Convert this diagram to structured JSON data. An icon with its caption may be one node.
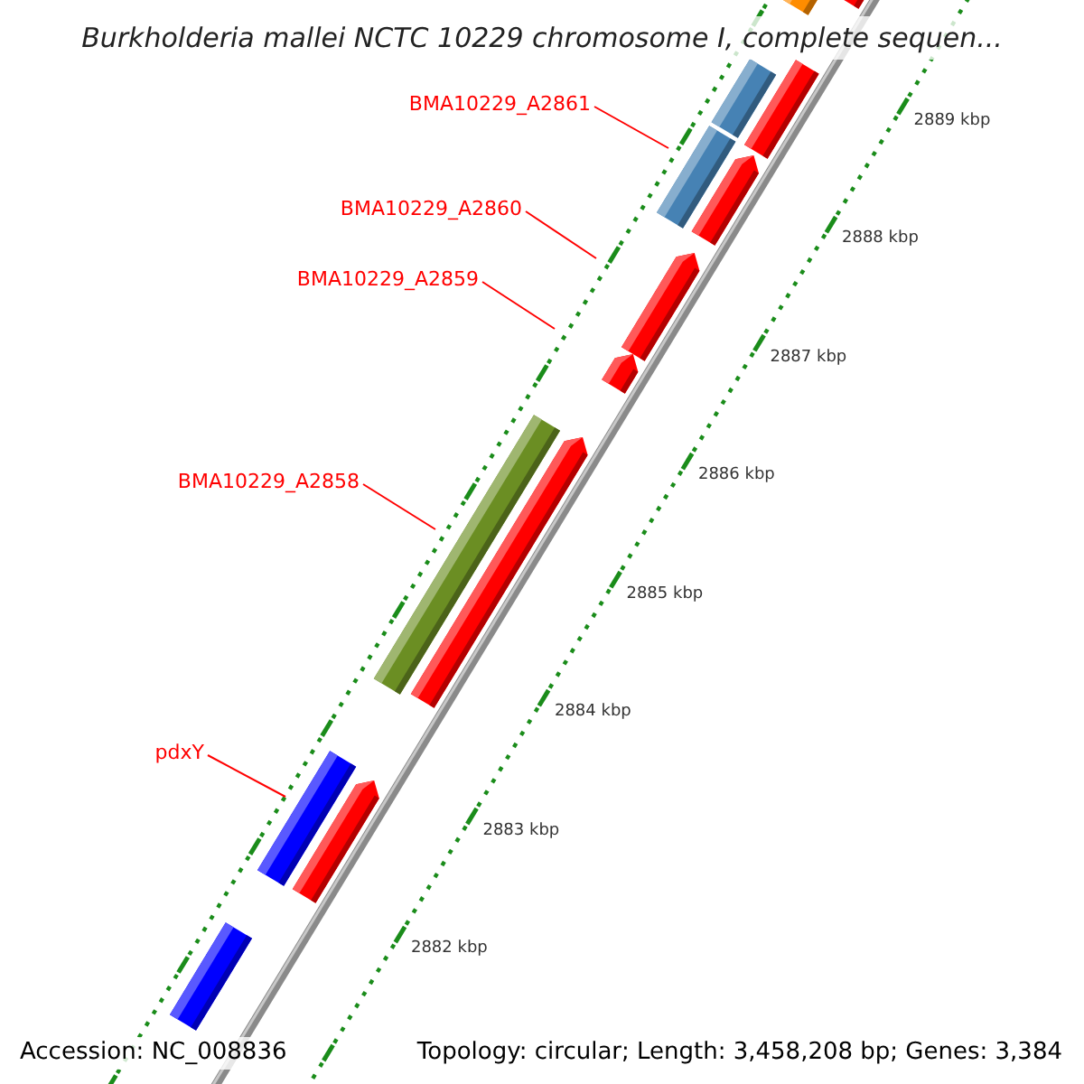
{
  "diagram": {
    "title": "Burkholderia mallei NCTC 10229 chromosome I, complete sequen...",
    "nodes": [
      {
        "text": [],
        "shape": "bar"
      },
      {
        "text": [],
        "shape": "arrow"
      },
      {
        "text": [],
        "shape": "bar"
      },
      {
        "text": [],
        "shape": "bar"
      },
      {
        "text": [
          "BMA10229_A2861"
        ]
      },
      {
        "text": [],
        "shape": "bar"
      },
      {
        "text": [],
        "shape": "arrow"
      },
      {
        "text": [
          "BMA10229_A2860"
        ]
      },
      {
        "text": [],
        "shape": "arrow"
      },
      {
        "text": [
          "BMA10229_A2859"
        ]
      },
      {
        "text": [],
        "shape": "arrow"
      },
      {
        "text": [
          "BMA10229_A2858"
        ]
      },
      {
        "text": [],
        "shape": "bar"
      },
      {
        "text": [],
        "shape": "arrow"
      },
      {
        "text": [
          "pdxY"
        ]
      },
      {
        "text": [],
        "shape": "bar"
      },
      {
        "text": [],
        "shape": "arrow"
      },
      {
        "text": [],
        "shape": "bar"
      }
    ],
    "edges": [
      {
        "from": 4,
        "to": 5,
        "arrow": "none"
      },
      {
        "from": 7,
        "to": 8,
        "arrow": "none"
      },
      {
        "from": 9,
        "to": 10,
        "arrow": "none"
      },
      {
        "from": 11,
        "to": 12,
        "arrow": "none"
      },
      {
        "from": 14,
        "to": 15,
        "arrow": "none"
      }
    ],
    "labels": [
      "2889 kbp",
      "2888 kbp",
      "2887 kbp",
      "2886 kbp",
      "2885 kbp",
      "2884 kbp",
      "2883 kbp",
      "2882 kbp",
      "Accession: NC_008836",
      "Topology: circular; Length: 3,458,208 bp; Genes: 3,384"
    ]
  }
}
